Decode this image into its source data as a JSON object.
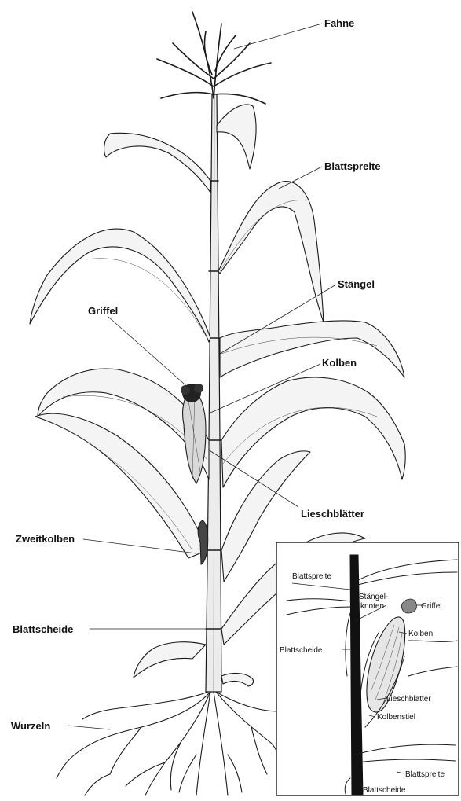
{
  "labels": {
    "fahne": "Fahne",
    "blattspreite": "Blattspreite",
    "staengel": "Stängel",
    "griffel": "Griffel",
    "kolben": "Kolben",
    "lieschblaetter": "Lieschblätter",
    "zweitkolben": "Zweitkolben",
    "blattscheide": "Blattscheide",
    "wurzeln": "Wurzeln"
  },
  "inset": {
    "blattspreite_top": "Blattspreite",
    "staengelknoten_line1": "Stängel-",
    "staengelknoten_line2": "knoten",
    "griffel": "Griffel",
    "kolben": "Kolben",
    "blattscheide_mid": "Blattscheide",
    "lieschblaetter": "Lieschblätter",
    "kolbenstiel": "Kolbenstiel",
    "blattspreite_bottom": "Blattspreite",
    "blattscheide_bottom": "Blattscheide"
  }
}
